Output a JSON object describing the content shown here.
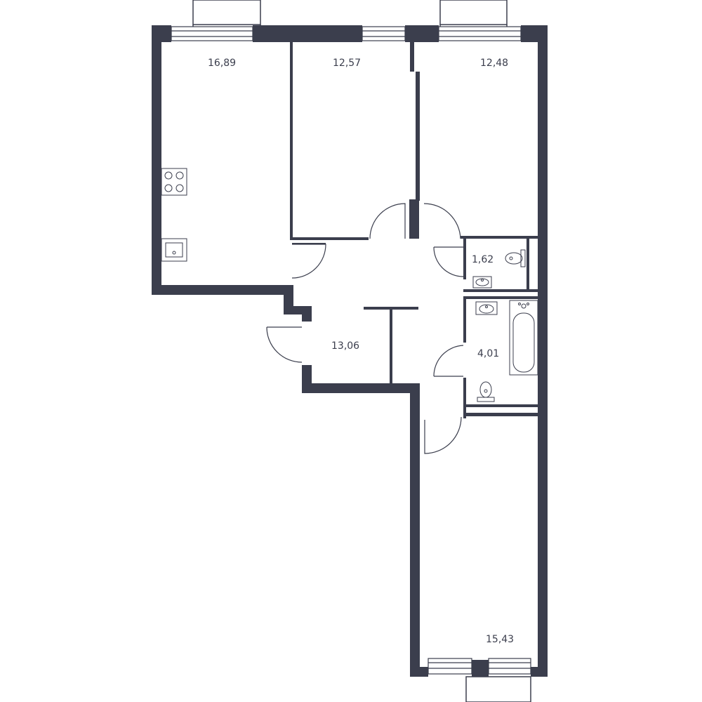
{
  "colors": {
    "wall": "#3b3e4d",
    "line": "#3b3e4d",
    "background": "#ffffff"
  },
  "rooms": {
    "kitchen_living": {
      "area": "16,89"
    },
    "bedroom_middle": {
      "area": "12,57"
    },
    "bedroom_right": {
      "area": "12,48"
    },
    "toilet": {
      "area": "1,62"
    },
    "hall": {
      "area": "13,06"
    },
    "bathroom": {
      "area": "4,01"
    },
    "bedroom_bottom": {
      "area": "15,43"
    }
  }
}
